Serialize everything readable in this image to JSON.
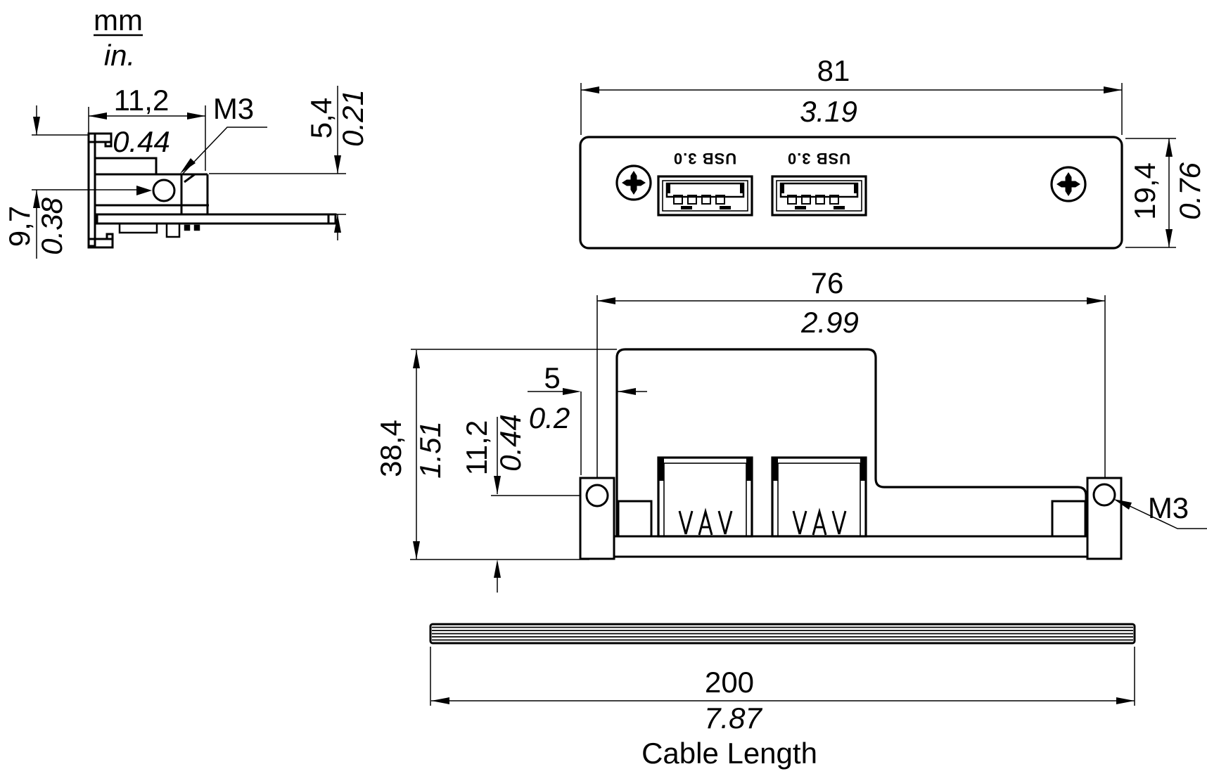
{
  "units_legend": {
    "metric": "mm",
    "imperial": "in."
  },
  "side_view": {
    "dims": {
      "width": {
        "mm": "11,2",
        "in": "0.44"
      },
      "screw_thread": "M3",
      "depth": {
        "mm": "5,4",
        "in": "0.21"
      },
      "height": {
        "mm": "9,7",
        "in": "0.38"
      }
    }
  },
  "front_view": {
    "port_label": "USB 3.0",
    "dims": {
      "width": {
        "mm": "81",
        "in": "3.19"
      },
      "height": {
        "mm": "19,4",
        "in": "0.76"
      }
    }
  },
  "rear_view": {
    "dims": {
      "mounting_hole_spacing": {
        "mm": "76",
        "in": "2.99"
      },
      "overall_height": {
        "mm": "38,4",
        "in": "1.51"
      },
      "hole_center_height": {
        "mm": "11,2",
        "in": "0.44"
      },
      "hole_edge_offset": {
        "mm": "5",
        "in": "0.2"
      },
      "screw_thread": "M3"
    }
  },
  "cable_view": {
    "caption": "Cable Length",
    "dims": {
      "length": {
        "mm": "200",
        "in": "7.87"
      }
    }
  },
  "colors": {
    "line": "#000000",
    "background": "#ffffff"
  }
}
